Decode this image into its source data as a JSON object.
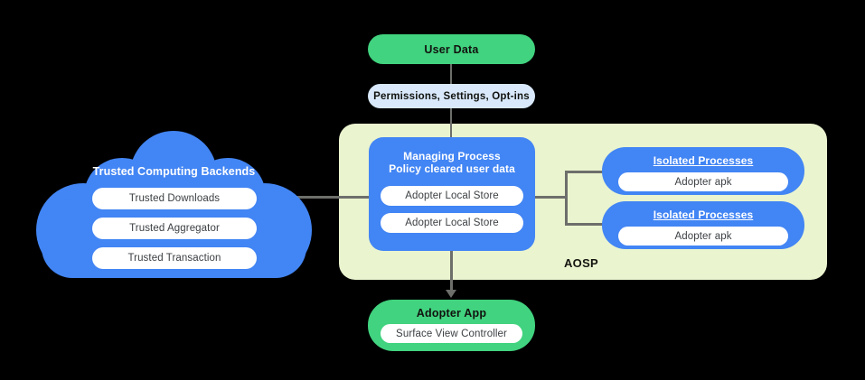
{
  "diagram": {
    "aosp_label": "AOSP",
    "top": {
      "user_data": "User Data",
      "permissions": "Permissions,  Settings, Opt-ins"
    },
    "cloud": {
      "title": "Trusted Computing Backends",
      "items": [
        "Trusted Downloads",
        "Trusted Aggregator",
        "Trusted Transaction"
      ]
    },
    "managing_process": {
      "title_line1": "Managing Process",
      "title_line2": "Policy cleared user data",
      "stores": [
        "Adopter Local Store",
        "Adopter Local Store"
      ]
    },
    "isolated_processes": [
      {
        "title": "Isolated Processes",
        "item": "Adopter apk"
      },
      {
        "title": "Isolated Processes",
        "item": "Adopter apk"
      }
    ],
    "adopter_app": {
      "title": "Adopter App",
      "item": "Surface View Controller"
    },
    "colors": {
      "green": "#41d37f",
      "blue": "#4285f4",
      "aosp_background": "#eaf4cf",
      "light_blue": "#d9e9fb",
      "pill": "#ffffff",
      "connector": "#6d6f6b",
      "canvas": "#000000"
    }
  }
}
